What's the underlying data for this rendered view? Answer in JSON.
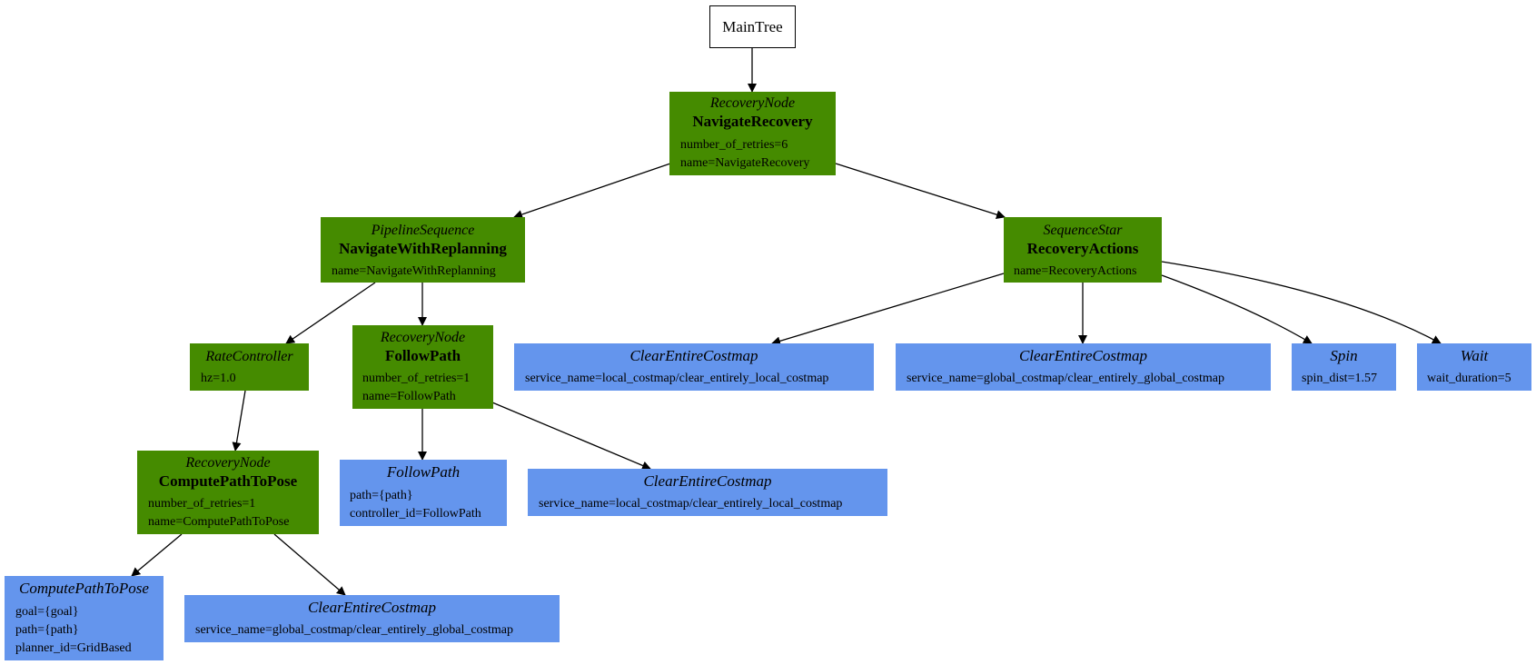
{
  "root": {
    "label": "MainTree"
  },
  "nodes": {
    "navigate_recovery": {
      "type": "RecoveryNode",
      "name": "NavigateRecovery",
      "params": [
        "number_of_retries=6",
        "name=NavigateRecovery"
      ]
    },
    "navigate_with_replanning": {
      "type": "PipelineSequence",
      "name": "NavigateWithReplanning",
      "params": [
        "name=NavigateWithReplanning"
      ]
    },
    "recovery_actions": {
      "type": "SequenceStar",
      "name": "RecoveryActions",
      "params": [
        "name=RecoveryActions"
      ]
    },
    "rate_controller": {
      "type": "RateController",
      "params": [
        "hz=1.0"
      ]
    },
    "follow_path_recovery": {
      "type": "RecoveryNode",
      "name": "FollowPath",
      "params": [
        "number_of_retries=1",
        "name=FollowPath"
      ]
    },
    "compute_path_recovery": {
      "type": "RecoveryNode",
      "name": "ComputePathToPose",
      "params": [
        "number_of_retries=1",
        "name=ComputePathToPose"
      ]
    },
    "compute_path_to_pose": {
      "type": "ComputePathToPose",
      "params": [
        "goal={goal}",
        "path={path}",
        "planner_id=GridBased"
      ]
    },
    "clear_global_compute": {
      "type": "ClearEntireCostmap",
      "params": [
        "service_name=global_costmap/clear_entirely_global_costmap"
      ]
    },
    "follow_path_action": {
      "type": "FollowPath",
      "params": [
        "path={path}",
        "controller_id=FollowPath"
      ]
    },
    "clear_local_follow": {
      "type": "ClearEntireCostmap",
      "params": [
        "service_name=local_costmap/clear_entirely_local_costmap"
      ]
    },
    "clear_local_recovery": {
      "type": "ClearEntireCostmap",
      "params": [
        "service_name=local_costmap/clear_entirely_local_costmap"
      ]
    },
    "clear_global_recovery": {
      "type": "ClearEntireCostmap",
      "params": [
        "service_name=global_costmap/clear_entirely_global_costmap"
      ]
    },
    "spin": {
      "type": "Spin",
      "params": [
        "spin_dist=1.57"
      ]
    },
    "wait": {
      "type": "Wait",
      "params": [
        "wait_duration=5"
      ]
    }
  },
  "colors": {
    "control_node": "#458b00",
    "action_node": "#6495ed",
    "root_node": "#ffffff",
    "edge": "#000000"
  }
}
